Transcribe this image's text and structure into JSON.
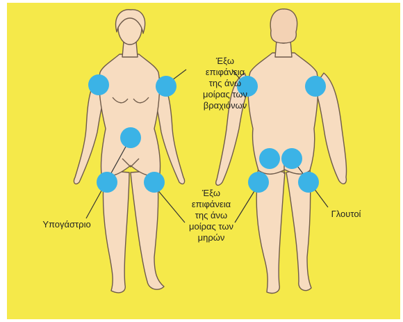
{
  "labels": {
    "upper_arms": [
      "Έξω",
      "επιφάνεια",
      "της άνω",
      "μοίρας των",
      "βραχιόνων"
    ],
    "thighs": [
      "Έξω",
      "επιφάνεια",
      "της άνω",
      "μοίρας των",
      "μηρών"
    ],
    "hypogastrium": "Υπογάστριο",
    "glutes": "Γλουτοί"
  },
  "colors": {
    "background": "#f5e94a",
    "skin": "#f7dcc0",
    "outline": "#6e5a4a",
    "injection_site": "#3bb3e6",
    "leader_line": "#333333"
  }
}
